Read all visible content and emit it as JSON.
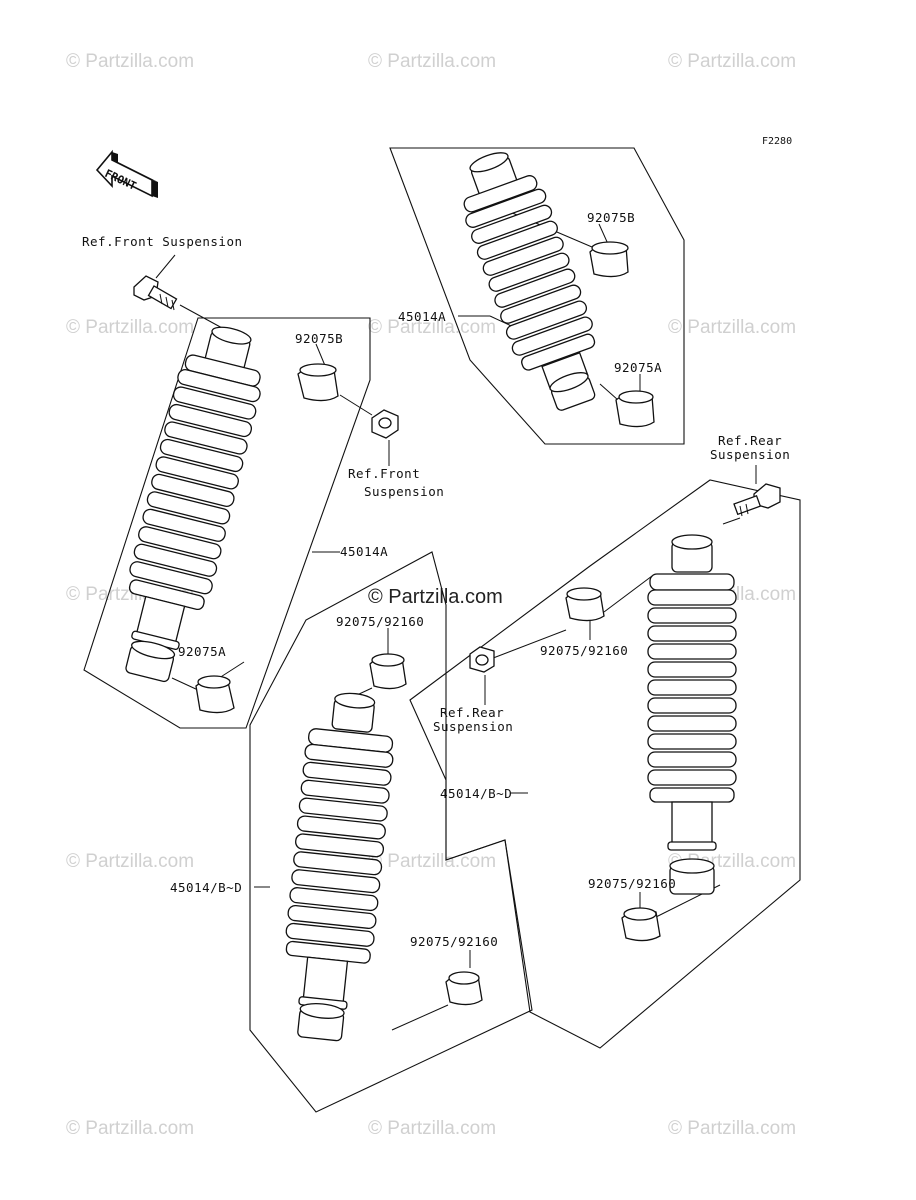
{
  "diagram_code": "F2280",
  "front_arrow_label": "FRONT",
  "watermark_text": "© Partzilla.com",
  "labels": {
    "ref_front_suspension_top": "Ref.Front Suspension",
    "ref_front_suspension_mid_line1": "Ref.Front",
    "ref_front_suspension_mid_line2": "Suspension",
    "ref_rear_suspension_top_line1": "Ref.Rear",
    "ref_rear_suspension_top_line2": "Suspension",
    "ref_rear_suspension_mid_line1": "Ref.Rear",
    "ref_rear_suspension_mid_line2": "Suspension",
    "p_92075B_top": "92075B",
    "p_92075B_left": "92075B",
    "p_92075A_top": "92075A",
    "p_92075A_left": "92075A",
    "p_45014A_top": "45014A",
    "p_45014A_left": "45014A",
    "p_92075_92160_center_top": "92075/92160",
    "p_92075_92160_right_top": "92075/92160",
    "p_45014BD_right": "45014/B~D",
    "p_45014BD_left": "45014/B~D",
    "p_92075_92160_right_bottom": "92075/92160",
    "p_92075_92160_center_bottom": "92075/92160"
  }
}
